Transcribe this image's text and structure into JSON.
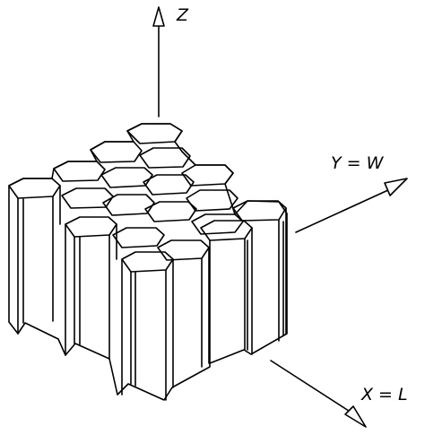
{
  "axes": {
    "z_label": "Z",
    "y_label": "Y = W",
    "x_label": "X = L"
  },
  "honeycomb": {
    "rows": 4,
    "columns": 4,
    "cell_shape": "hexagon",
    "line_color": "#000000",
    "background": "#ffffff"
  }
}
